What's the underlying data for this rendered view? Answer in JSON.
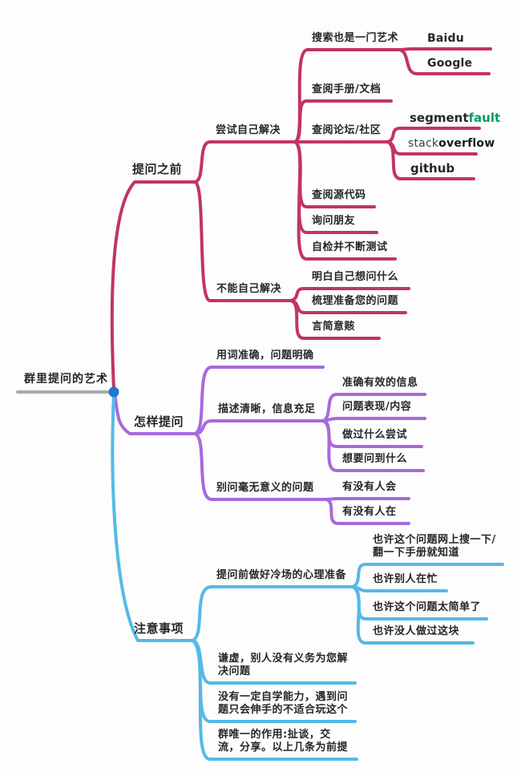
{
  "mindmap": {
    "root": {
      "label": "群里提问的艺术"
    },
    "branches": [
      {
        "label": "提问之前",
        "color": "#c23464",
        "children": [
          {
            "label": "尝试自己解决",
            "children": [
              {
                "label": "搜索也是一门艺术",
                "children": [
                  {
                    "label": "Baidu"
                  },
                  {
                    "label": "Google"
                  }
                ]
              },
              {
                "label": "查阅手册/文档"
              },
              {
                "label": "查阅论坛/社区",
                "children": [
                  {
                    "label": "segmentfault",
                    "parts": {
                      "black": "segment",
                      "green": "fault"
                    }
                  },
                  {
                    "label": "stackoverflow",
                    "parts": {
                      "light": "stack",
                      "bold": "overflow"
                    }
                  },
                  {
                    "label": "github"
                  }
                ]
              },
              {
                "label": "查阅源代码"
              },
              {
                "label": "询问朋友"
              },
              {
                "label": "自检并不断测试"
              }
            ]
          },
          {
            "label": "不能自己解决",
            "children": [
              {
                "label": "明白自己想问什么"
              },
              {
                "label": "梳理准备您的问题"
              },
              {
                "label": "言简意赅"
              }
            ]
          }
        ]
      },
      {
        "label": "怎样提问",
        "color": "#a869db",
        "children": [
          {
            "label": "用词准确，问题明确"
          },
          {
            "label": "描述清晰，信息充足",
            "children": [
              {
                "label": "准确有效的信息"
              },
              {
                "label": "问题表现/内容"
              },
              {
                "label": "做过什么尝试"
              },
              {
                "label": "想要问到什么"
              }
            ]
          },
          {
            "label": "别问毫无意义的问题",
            "children": [
              {
                "label": "有没有人会"
              },
              {
                "label": "有没有人在"
              }
            ]
          }
        ]
      },
      {
        "label": "注意事项",
        "color": "#55b9e8",
        "children": [
          {
            "label": "提问前做好冷场的心理准备",
            "children": [
              {
                "label": "也许这个问题网上搜一下/\n翻一下手册就知道"
              },
              {
                "label": "也许别人在忙"
              },
              {
                "label": "也许这个问题太简单了"
              },
              {
                "label": "也许没人做过这块"
              }
            ]
          },
          {
            "label": "谦虚，别人没有义务为您解\n决问题"
          },
          {
            "label": "没有一定自学能力，遇到问\n题只会伸手的不适合玩这个"
          },
          {
            "label": "群唯一的作用:扯谈，交\n流，分享。以上几条为前提"
          }
        ]
      }
    ],
    "colors": {
      "branch_before": "#c23464",
      "branch_how": "#a869db",
      "branch_notes": "#55b9e8",
      "root_underline": "#a9a9a9",
      "root_dot": "#1d78d6",
      "text": "#262626",
      "segmentfault_green": "#009e60",
      "stackoverflow_gray": "#3c4146"
    }
  }
}
